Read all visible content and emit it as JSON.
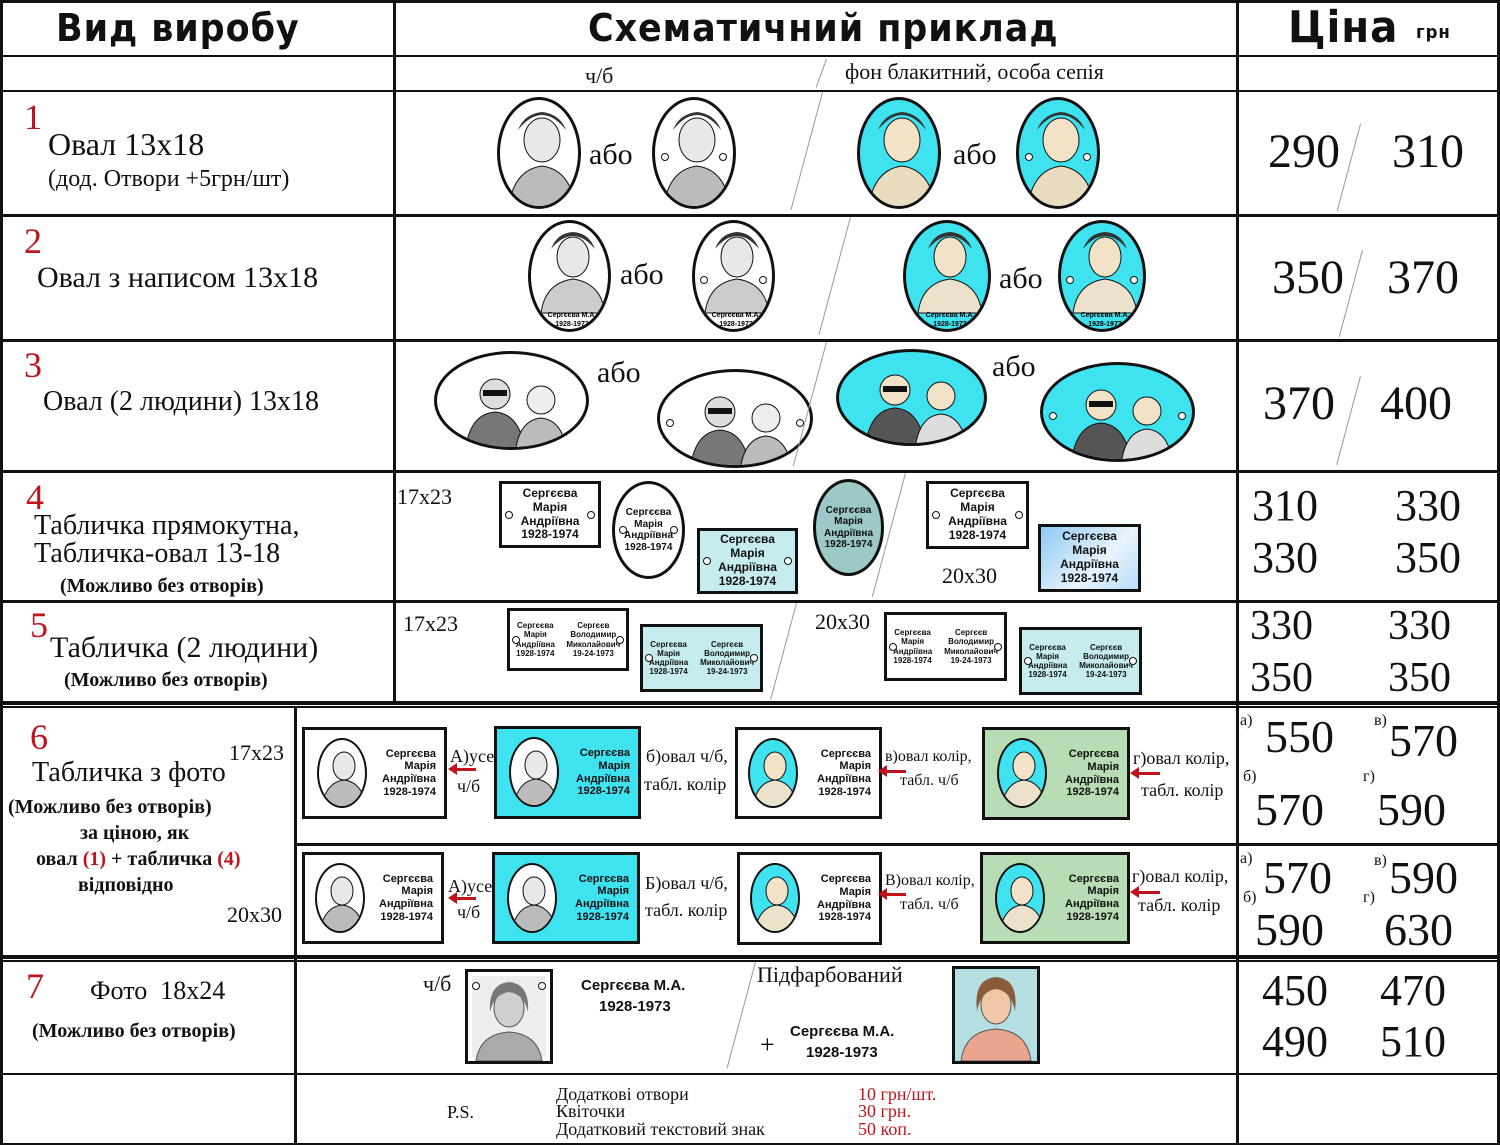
{
  "header": {
    "col1": "Вид виробу",
    "col2": "Схематичний приклад",
    "col3": "Ціна",
    "col3_unit": "грн"
  },
  "subheader": {
    "bw": "ч/б",
    "color": "фон блакитний, особа сепія"
  },
  "rows": {
    "r1": {
      "num": "1",
      "title": "Овал 13х18",
      "note": "(дод. Отвори +5грн/шт)",
      "or1": "або",
      "or2": "або",
      "p1": "290",
      "p2": "310"
    },
    "r2": {
      "num": "2",
      "title": "Овал з написом 13х18",
      "or1": "або",
      "or2": "або",
      "cap_name": "Сергєєва М.А.",
      "cap_years": "1928-1973",
      "p1": "350",
      "p2": "370"
    },
    "r3": {
      "num": "3",
      "title": "Овал (2 людини) 13х18",
      "or1": "або",
      "or2": "або",
      "p1": "370",
      "p2": "400"
    },
    "r4": {
      "num": "4",
      "title1": "Табличка прямокутна,",
      "title2": "Табличка-овал 13-18",
      "note": "(Можливо без отворів)",
      "size1": "17х23",
      "size2": "20х30",
      "plaque": {
        "l1": "Сергєєва",
        "l2": "Марія",
        "l3": "Андріївна",
        "l4": "1928-1974"
      },
      "p1": "310",
      "p2": "330",
      "p3": "330",
      "p4": "350"
    },
    "r5": {
      "num": "5",
      "title": "Табличка (2 людини)",
      "note": "(Можливо без отворів)",
      "size1": "17х23",
      "size2": "20х30",
      "a": {
        "l1": "Сергєєва",
        "l2": "Марія",
        "l3": "Андріївна",
        "l4": "1928-1974"
      },
      "b": {
        "l1": "Сергєєв",
        "l2": "Володимир",
        "l3": "Миколайович",
        "l4": "19-24-1973"
      },
      "p1": "330",
      "p2": "330",
      "p3": "350",
      "p4": "350"
    },
    "r6": {
      "num": "6",
      "title": "Табличка з фото",
      "n1": "(Можливо без отворів)",
      "n2": "за ціною, як",
      "n3a": "овал",
      "n3b": "(1)",
      "n3c": "+ табличка",
      "n3d": "(4)",
      "n4": "відповідно",
      "size1": "17х23",
      "size2": "20х30",
      "plaque": {
        "l1": "Сергєєва",
        "l2": "Марія",
        "l3": "Андріївна",
        "l4": "1928-1974"
      },
      "a1": "А)усе",
      "a2": "ч/б",
      "b1": "б)овал ч/б,",
      "b2": "табл. колір",
      "c1": "в)овал колір,",
      "c2": "табл. ч/б",
      "d1": "г)овал колір,",
      "d2": "табл. колір",
      "b1x": "Б)овал ч/б,",
      "c1x": "В)овал колір,",
      "top": {
        "la": "а)",
        "pa": "550",
        "lv": "в)",
        "pv": "570",
        "lb": "б)",
        "pb": "570",
        "lg": "г)",
        "pg": "590"
      },
      "bot": {
        "la": "а)",
        "pa": "570",
        "lv": "в)",
        "pv": "590",
        "lb": "б)",
        "pb": "590",
        "lg": "г)",
        "pg": "630"
      }
    },
    "r7": {
      "num": "7",
      "title": "Фото  18х24",
      "note": "(Можливо без отворів)",
      "bw": "ч/б",
      "colored": "Підфарбований",
      "plus": "+",
      "cap_name": "Сергєєва М.А.",
      "cap_years": "1928-1973",
      "p1": "450",
      "p2": "470",
      "p3": "490",
      "p4": "510"
    }
  },
  "footer": {
    "ps": "P.S.",
    "items": [
      {
        "label": "Додаткові отвори",
        "price": "10 грн/шт."
      },
      {
        "label": "Квіточки",
        "price": "30 грн."
      },
      {
        "label": "Додатковий текстовий знак",
        "price": "50 коп."
      }
    ]
  },
  "colors": {
    "accent": "#c0141c",
    "cyan": "#3fe3f0",
    "light_cyan": "#c6ecef",
    "teal": "#9cc8c8",
    "green": "#b8dcb4",
    "sepia": "#f1e2c8"
  }
}
